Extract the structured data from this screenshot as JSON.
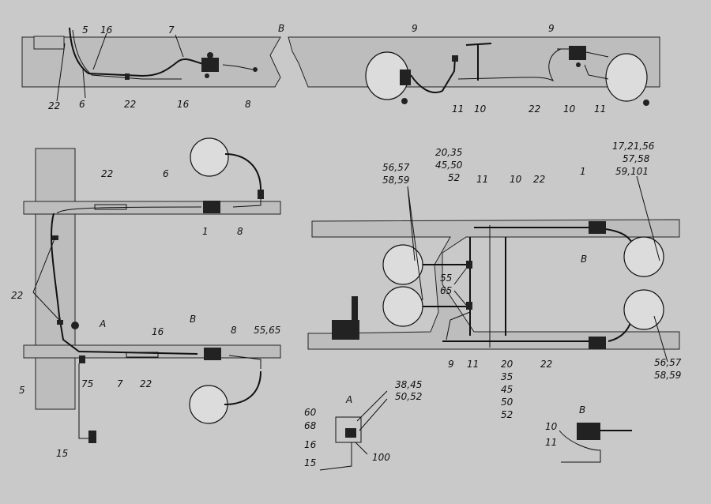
{
  "labels": {
    "l1": "5",
    "l2": "16",
    "l3": "7",
    "l4": "B",
    "l5": "9",
    "l6": "9",
    "l7": "22",
    "l8": "6",
    "l9": "22",
    "l10": "16",
    "l11": "8",
    "l12": "11",
    "l13": "10",
    "l14": "22",
    "l15": "10",
    "l16": "11",
    "l17": "22",
    "l18": "6",
    "l19": "1",
    "l20": "8",
    "l21": "20,35",
    "l22": "45,50",
    "l23": "52",
    "l24": "11",
    "l25": "10",
    "l26": "22",
    "l27": "1",
    "l28": "17,21,56",
    "l29": "57,58",
    "l30": "59,101",
    "l31": "56,57",
    "l32": "58,59",
    "l33": "B",
    "l34": "55",
    "l35": "65",
    "l36": "22",
    "l37": "A",
    "l38": "B",
    "l39": "16",
    "l40": "8",
    "l41": "55,65",
    "l42": "5",
    "l43": "75",
    "l44": "7",
    "l45": "22",
    "l46": "9",
    "l47": "11",
    "l48": "20",
    "l49": "35",
    "l50": "45",
    "l51": "50",
    "l52": "52",
    "l53": "22",
    "l54": "56,57",
    "l55": "58,59",
    "l56": "15",
    "l57": "A",
    "l58": "38,45",
    "l59": "50,52",
    "l60": "60",
    "l61": "68",
    "l62": "16",
    "l63": "15",
    "l64": "100",
    "l65": "B",
    "l66": "10",
    "l67": "11"
  }
}
